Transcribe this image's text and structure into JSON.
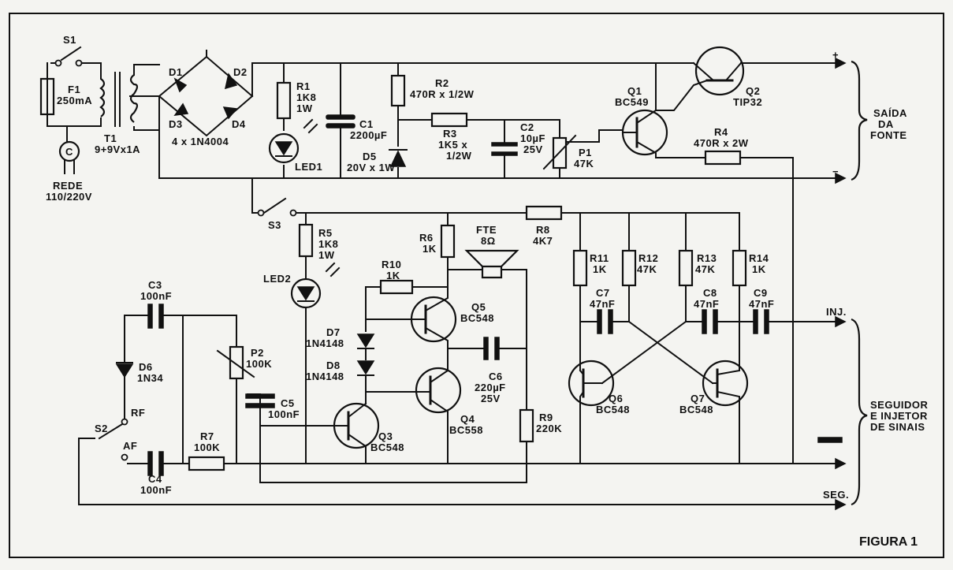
{
  "figure_label": "FIGURA 1",
  "components": {
    "s1": "S1",
    "f1": [
      "F1",
      "250mA"
    ],
    "t1": [
      "T1",
      "9+9Vx1A"
    ],
    "mains": [
      "REDE",
      "110/220V"
    ],
    "plug": "C",
    "d1": "D1",
    "d2": "D2",
    "d3": "D3",
    "d4": "D4",
    "bridge": "4 x 1N4004",
    "r1": [
      "R1",
      "1K8",
      "1W"
    ],
    "led1": "LED1",
    "c1": [
      "C1",
      "2200µF"
    ],
    "r2": [
      "R2",
      "470R x 1/2W"
    ],
    "r3": [
      "R3",
      "1K5 x",
      "1/2W"
    ],
    "d5": [
      "D5",
      "20V x 1W"
    ],
    "c2": [
      "C2",
      "10µF",
      "25V"
    ],
    "p1": [
      "P1",
      "47K"
    ],
    "q1": [
      "Q1",
      "BC549"
    ],
    "q2": [
      "Q2",
      "TIP32"
    ],
    "r4": [
      "R4",
      "470R x 2W"
    ],
    "s3": "S3",
    "r5": [
      "R5",
      "1K8",
      "1W"
    ],
    "led2": "LED2",
    "r6": [
      "R6",
      "1K"
    ],
    "fte": [
      "FTE",
      "8Ω"
    ],
    "r8": [
      "R8",
      "4K7"
    ],
    "r10": [
      "R10",
      "1K"
    ],
    "q5": [
      "Q5",
      "BC548"
    ],
    "d7": [
      "D7",
      "1N4148"
    ],
    "d8": [
      "D8",
      "1N4148"
    ],
    "c6": [
      "C6",
      "220µF",
      "25V"
    ],
    "q4": [
      "Q4",
      "BC558"
    ],
    "q3": [
      "Q3",
      "BC548"
    ],
    "r9": [
      "R9",
      "220K"
    ],
    "r11": [
      "R11",
      "1K"
    ],
    "r12": [
      "R12",
      "47K"
    ],
    "r13": [
      "R13",
      "47K"
    ],
    "r14": [
      "R14",
      "1K"
    ],
    "c7": [
      "C7",
      "47nF"
    ],
    "c8": [
      "C8",
      "47nF"
    ],
    "c9": [
      "C9",
      "47nF"
    ],
    "q6": [
      "Q6",
      "BC548"
    ],
    "q7": [
      "Q7",
      "BC548"
    ],
    "c3": [
      "C3",
      "100nF"
    ],
    "d6": [
      "D6",
      "1N34"
    ],
    "p2": [
      "P2",
      "100K"
    ],
    "c5": [
      "C5",
      "100nF"
    ],
    "s2": "S2",
    "rf": "RF",
    "af": "AF",
    "c4": [
      "C4",
      "100nF"
    ],
    "r7": [
      "R7",
      "100K"
    ]
  },
  "outputs": {
    "plus": "+",
    "minus": "−",
    "supply": [
      "SAÍDA",
      "DA",
      "FONTE"
    ],
    "inj": "INJ.",
    "seg": "SEG.",
    "tracer": [
      "SEGUIDOR",
      "E INJETOR",
      "DE SINAIS"
    ]
  }
}
